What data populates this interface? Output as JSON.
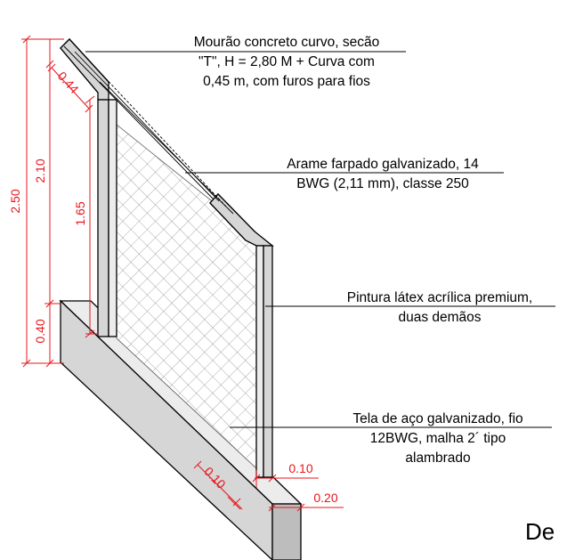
{
  "notes": {
    "post": [
      "Mourão concreto curvo, secão",
      "\"T\", H = 2,80 M + Curva com",
      "0,45 m, com furos para fios"
    ],
    "barbed_wire": [
      "Arame farpado galvanizado, 14",
      "BWG (2,11 mm), classe 250"
    ],
    "paint": [
      "Pintura látex acrílica premium,",
      "duas demãos"
    ],
    "mesh": [
      "Tela de aço galvanizado, fio",
      "12BWG, malha 2´ tipo",
      "alambrado"
    ]
  },
  "dimensions": {
    "total_height": "2.50",
    "post_height": "2.10",
    "mesh_height": "1.65",
    "base_height": "0.40",
    "curve_length": "0.44",
    "base_top_width": "0.10",
    "post_width": "0.10",
    "base_width": "0.20"
  },
  "corner_text": "De",
  "colors": {
    "dimension": "#e8151b",
    "concrete_light": "#ececec",
    "concrete_mid": "#d6d6d6",
    "concrete_dark": "#bdbdbd",
    "line": "#000000",
    "mesh": "#8a8a8a"
  }
}
